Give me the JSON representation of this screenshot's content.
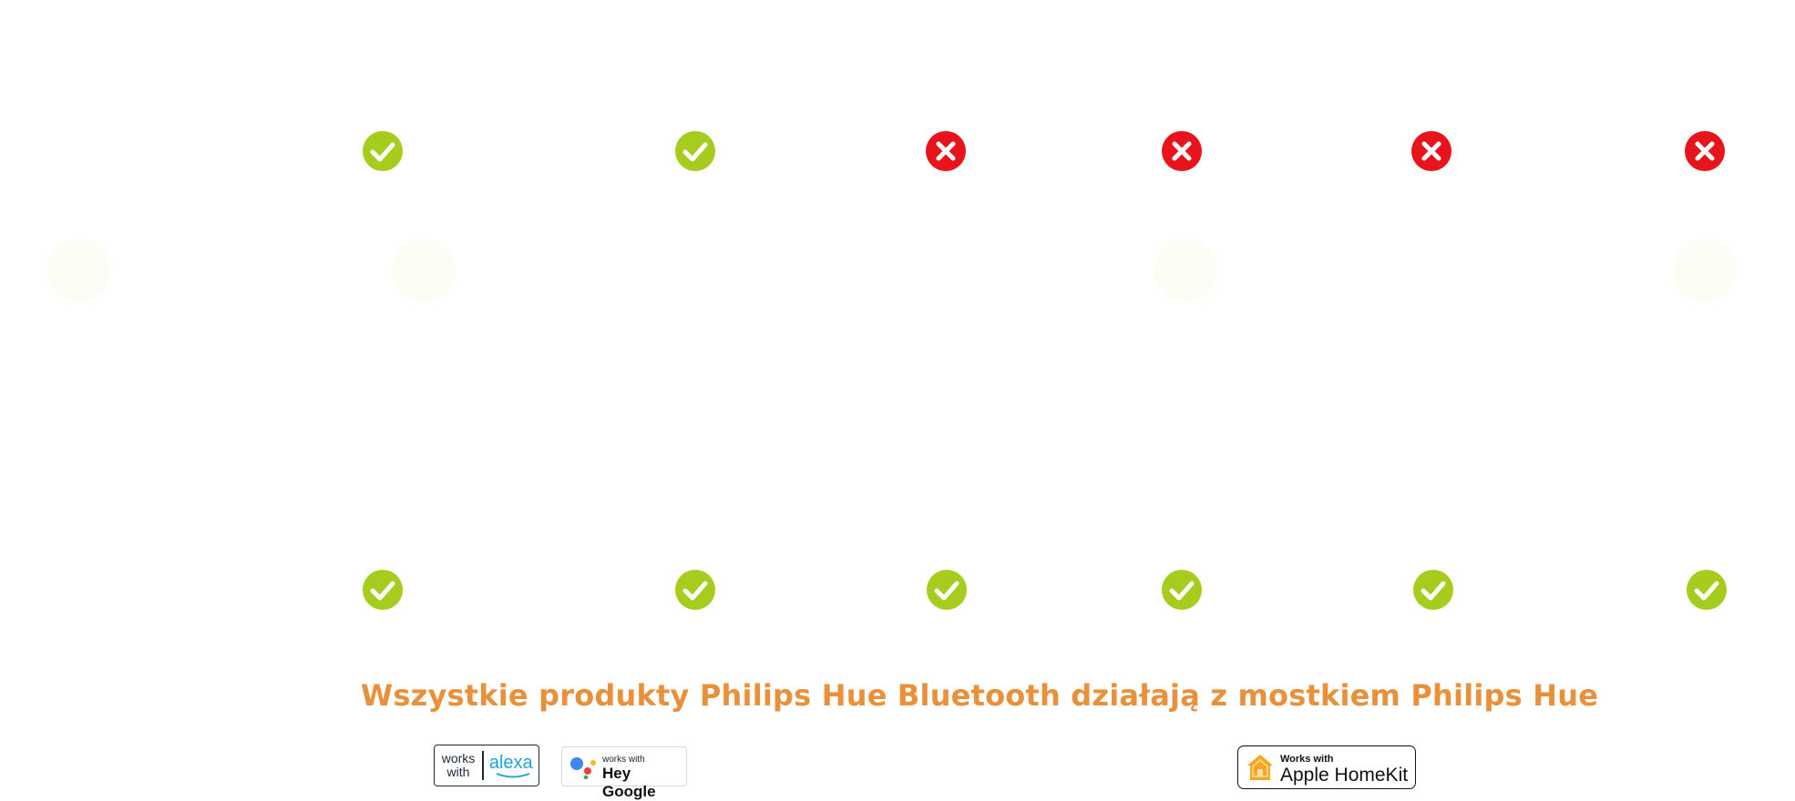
{
  "comparison": {
    "top_row": [
      {
        "status": "check",
        "icon": "check-circle-icon",
        "color": "#a6cc1d"
      },
      {
        "status": "check",
        "icon": "check-circle-icon",
        "color": "#a6cc1d"
      },
      {
        "status": "cross",
        "icon": "cross-circle-icon",
        "color": "#e8141c"
      },
      {
        "status": "cross",
        "icon": "cross-circle-icon",
        "color": "#e8141c"
      },
      {
        "status": "cross",
        "icon": "cross-circle-icon",
        "color": "#e8141c"
      },
      {
        "status": "cross",
        "icon": "cross-circle-icon",
        "color": "#e8141c"
      }
    ],
    "bottom_row": [
      {
        "status": "check",
        "icon": "check-circle-icon",
        "color": "#a6cc1d"
      },
      {
        "status": "check",
        "icon": "check-circle-icon",
        "color": "#a6cc1d"
      },
      {
        "status": "check",
        "icon": "check-circle-icon",
        "color": "#a6cc1d"
      },
      {
        "status": "check",
        "icon": "check-circle-icon",
        "color": "#a6cc1d"
      },
      {
        "status": "check",
        "icon": "check-circle-icon",
        "color": "#a6cc1d"
      },
      {
        "status": "check",
        "icon": "check-circle-icon",
        "color": "#a6cc1d"
      }
    ]
  },
  "headline": "Wszystkie produkty Philips Hue Bluetooth działają z mostkiem Philips Hue",
  "headline_color": "#e8903a",
  "badges": {
    "alexa": {
      "works": "works",
      "with": "with",
      "brand": "alexa",
      "brand_color": "#1fa3d8"
    },
    "google": {
      "small": "works with",
      "brand": "Hey Google"
    },
    "homekit": {
      "small": "Works with",
      "brand": "Apple HomeKit",
      "icon": "home-icon",
      "icon_color": "#f7a623"
    }
  }
}
